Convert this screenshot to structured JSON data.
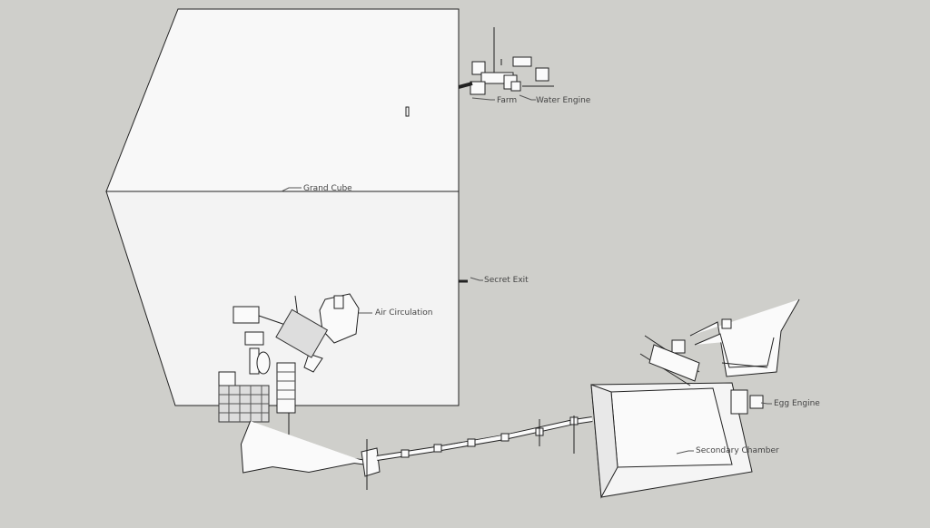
{
  "labels": {
    "grand_cube": "Grand Cube",
    "farm": "Farm",
    "water_engine": "Water Engine",
    "secret_exit": "Secret Exit",
    "air_circulation": "Air Circulation",
    "egg_engine": "Egg Engine",
    "secondary_chamber": "Secondary Chamber"
  },
  "colors": {
    "background": "#cfcfcb",
    "face_light": "#f7f7f7",
    "face_front": "#f2f2f2",
    "edge": "#222222"
  }
}
